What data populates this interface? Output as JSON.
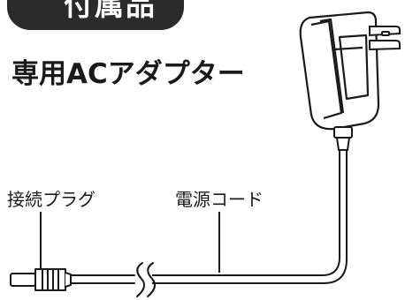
{
  "badge": {
    "text": "付属品"
  },
  "title": "専用ACアダプター",
  "labels": {
    "plug": "接続プラグ",
    "cord": "電源コード"
  }
}
